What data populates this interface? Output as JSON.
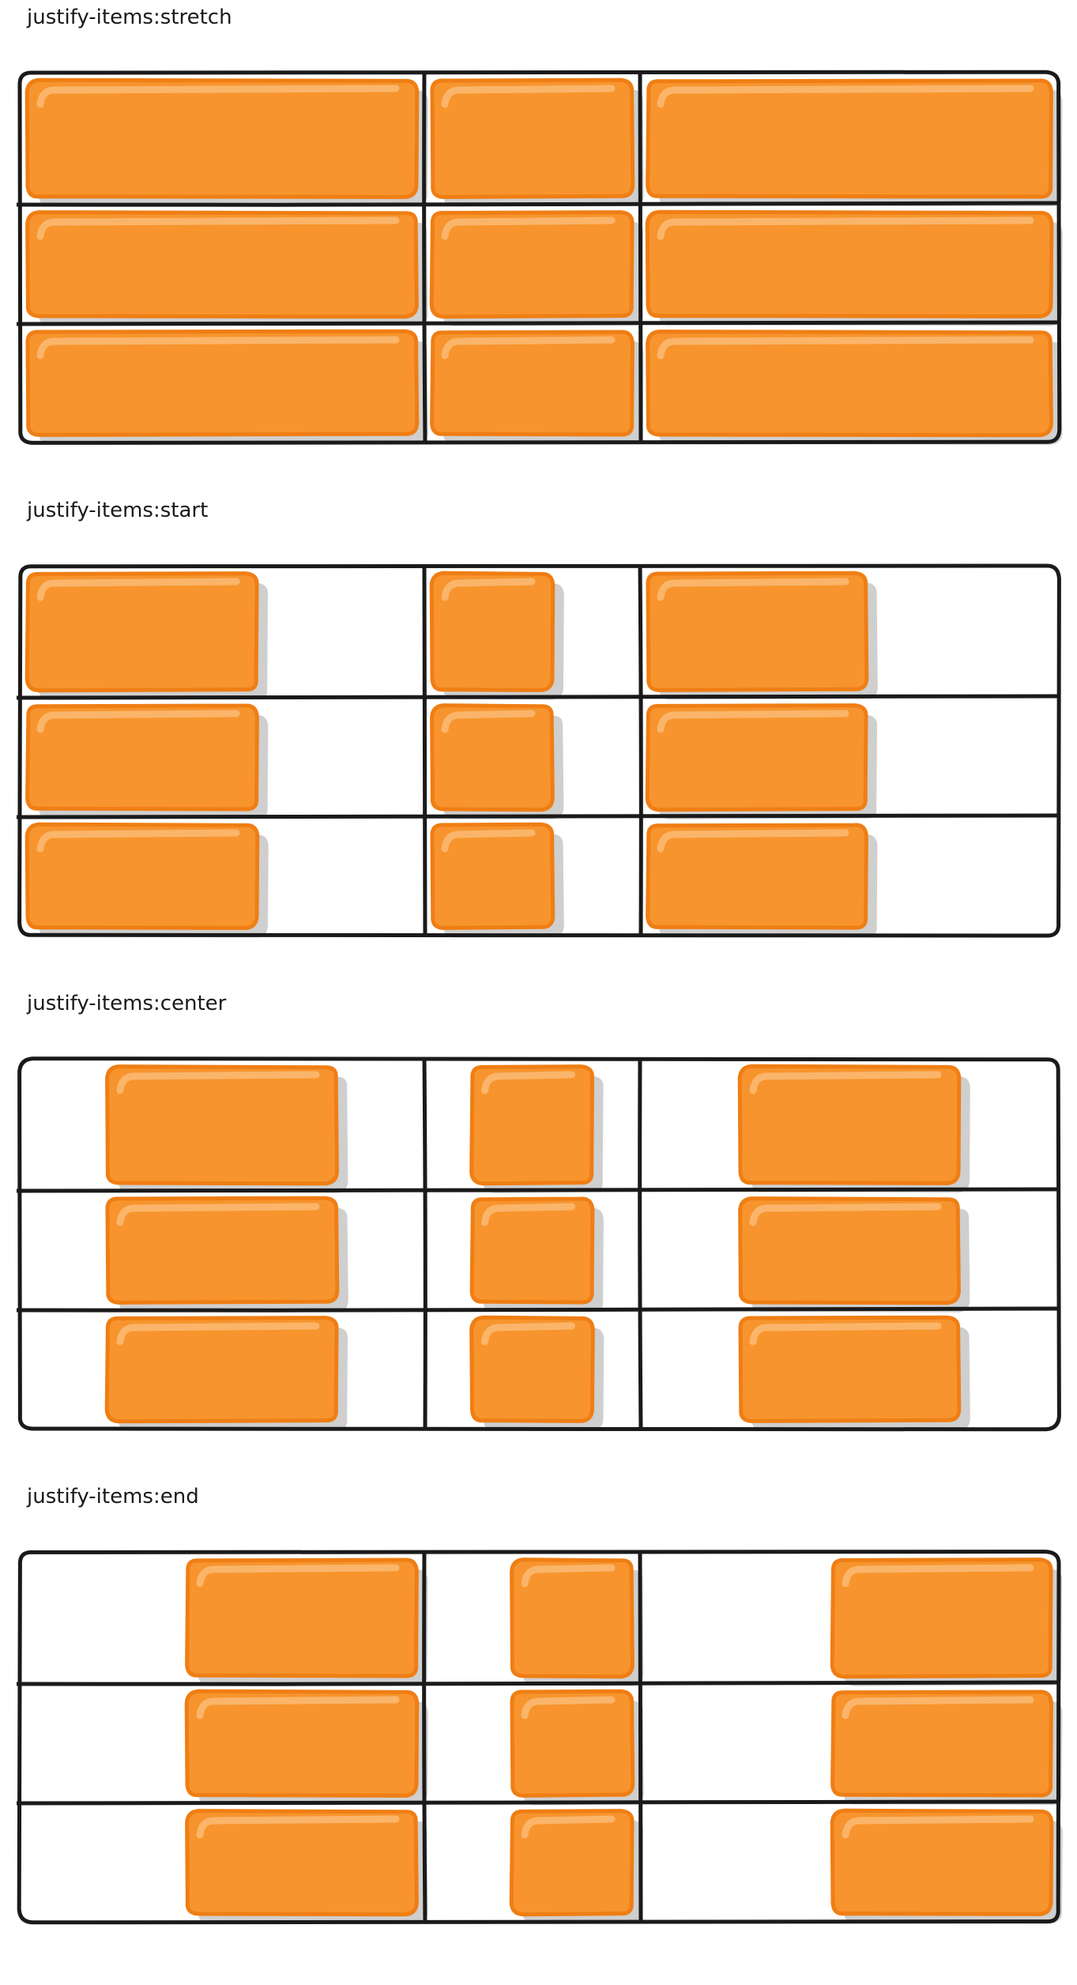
{
  "colors": {
    "item_fill": "#f7942d",
    "item_border": "#ef7e14",
    "item_highlight": "#fab56a",
    "item_shadow": "#cfcfcf",
    "grid_line": "#1a1a1a",
    "background": "#ffffff"
  },
  "panels": [
    {
      "label": "justify-items:stretch",
      "align": "stretch"
    },
    {
      "label": "justify-items:start",
      "align": "start"
    },
    {
      "label": "justify-items:center",
      "align": "center"
    },
    {
      "label": "justify-items:end",
      "align": "end"
    }
  ]
}
